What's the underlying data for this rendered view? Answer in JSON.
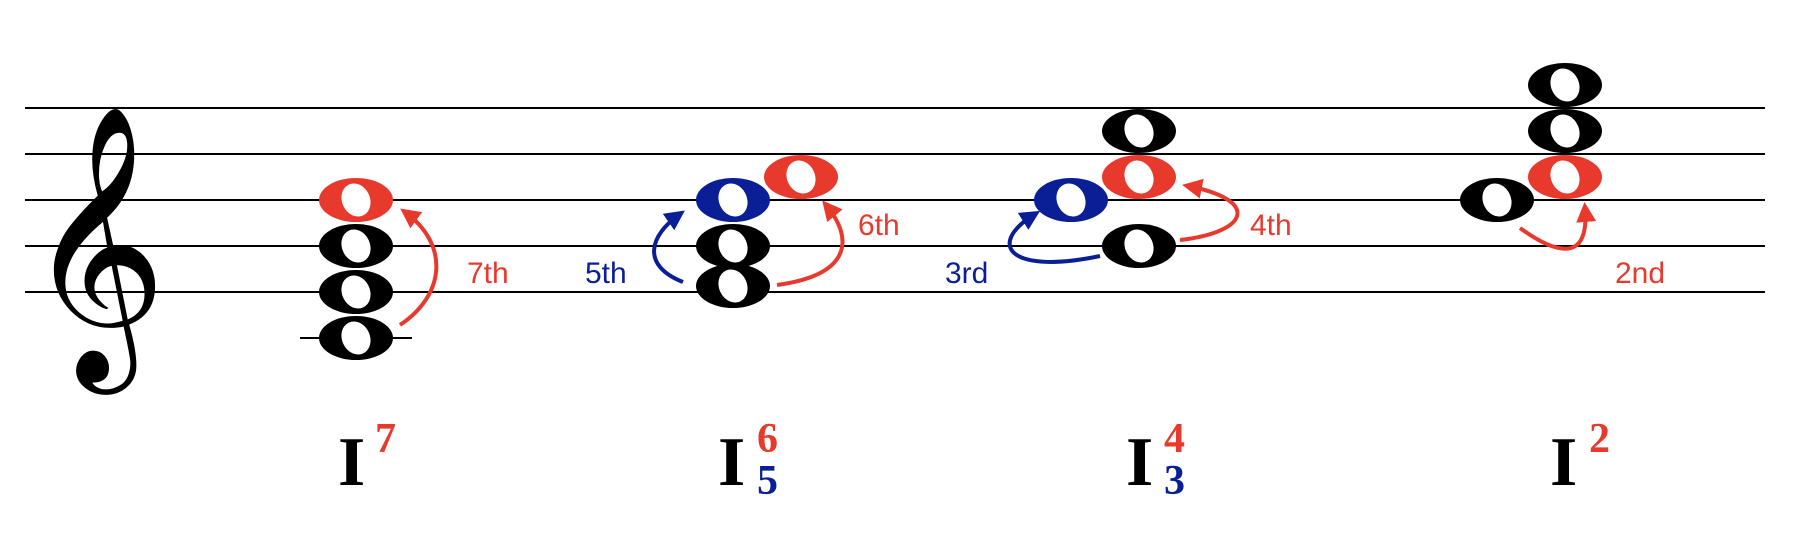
{
  "colors": {
    "black": "#000000",
    "red": "#e8392d",
    "blue": "#0a1f96"
  },
  "clef": {
    "icon": "treble-clef-icon",
    "glyph": "𝄞"
  },
  "chords": [
    {
      "numeral": "I",
      "figure_top": "7",
      "figure_bottom": "",
      "interval_labels": [
        {
          "text": "7th",
          "color": "red"
        }
      ]
    },
    {
      "numeral": "I",
      "figure_top": "6",
      "figure_bottom": "5",
      "interval_labels": [
        {
          "text": "5th",
          "color": "blue"
        },
        {
          "text": "6th",
          "color": "red"
        }
      ]
    },
    {
      "numeral": "I",
      "figure_top": "4",
      "figure_bottom": "3",
      "interval_labels": [
        {
          "text": "3rd",
          "color": "blue"
        },
        {
          "text": "4th",
          "color": "red"
        }
      ]
    },
    {
      "numeral": "I",
      "figure_top": "2",
      "figure_bottom": "",
      "interval_labels": [
        {
          "text": "2nd",
          "color": "red"
        }
      ]
    }
  ]
}
